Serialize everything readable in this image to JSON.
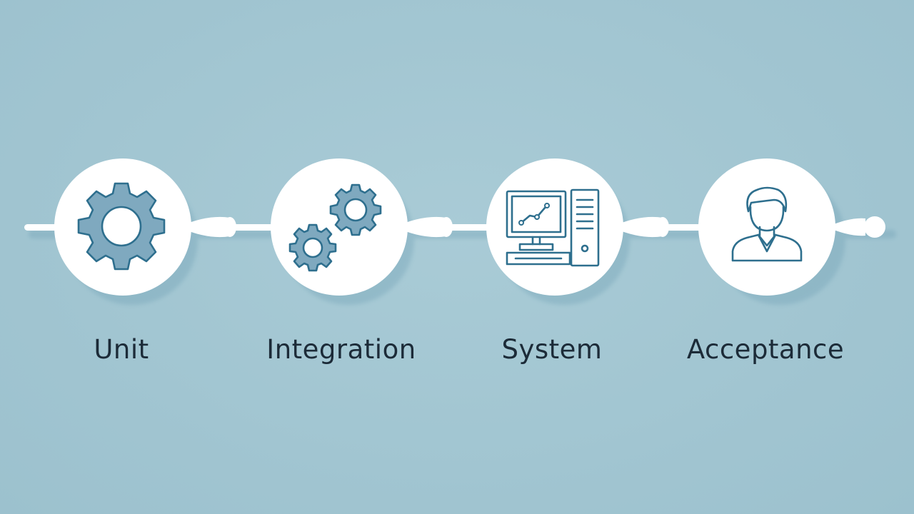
{
  "stages": [
    {
      "label": "Unit",
      "icon": "gear-icon"
    },
    {
      "label": "Integration",
      "icon": "gears-icon"
    },
    {
      "label": "System",
      "icon": "desktop-computer-icon"
    },
    {
      "label": "Acceptance",
      "icon": "user-icon"
    }
  ],
  "colors": {
    "background": "#a4c7d3",
    "circle": "#ffffff",
    "icon_stroke": "#2e6f8e",
    "icon_fill": "#7fa9bf",
    "label": "#1c2b38"
  }
}
